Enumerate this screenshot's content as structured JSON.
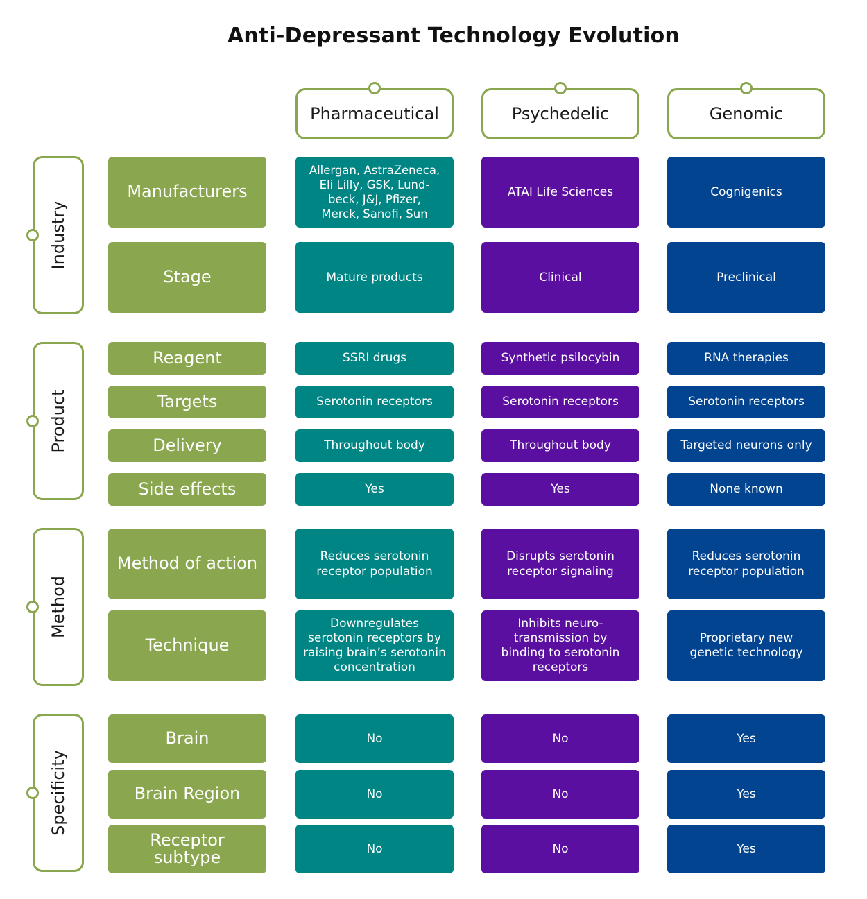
{
  "title": "Anti-Depressant Technology Evolution",
  "colors": {
    "accent_green": "#8aa64f",
    "pharmaceutical": "#008585",
    "psychedelic": "#5b0fa0",
    "genomic": "#034490"
  },
  "columns": [
    {
      "key": "pharmaceutical",
      "label": "Pharmaceutical"
    },
    {
      "key": "psychedelic",
      "label": "Psychedelic"
    },
    {
      "key": "genomic",
      "label": "Genomic"
    }
  ],
  "groups": [
    {
      "label": "Industry",
      "rows": [
        {
          "label": "Manufacturers",
          "values": [
            "Allergan, AstraZeneca,\nEli Lilly, GSK, Lund-\nbeck, J&J, Pfizer,\nMerck, Sanofi, Sun",
            "ATAI Life Sciences",
            "Cognigenics"
          ]
        },
        {
          "label": "Stage",
          "values": [
            "Mature products",
            "Clinical",
            "Preclinical"
          ]
        }
      ]
    },
    {
      "label": "Product",
      "rows": [
        {
          "label": "Reagent",
          "values": [
            "SSRI drugs",
            "Synthetic psilocybin",
            "RNA therapies"
          ]
        },
        {
          "label": "Targets",
          "values": [
            "Serotonin receptors",
            "Serotonin receptors",
            "Serotonin receptors"
          ]
        },
        {
          "label": "Delivery",
          "values": [
            "Throughout body",
            "Throughout body",
            "Targeted neurons only"
          ]
        },
        {
          "label": "Side effects",
          "values": [
            "Yes",
            "Yes",
            "None known"
          ]
        }
      ]
    },
    {
      "label": "Method",
      "rows": [
        {
          "label": "Method of action",
          "values": [
            "Reduces serotonin\nreceptor population",
            "Disrupts serotonin\nreceptor signaling",
            "Reduces serotonin\nreceptor population"
          ]
        },
        {
          "label": "Technique",
          "values": [
            "Downregulates\nserotonin receptors by\nraising brain’s serotonin\nconcentration",
            "Inhibits neuro-\ntransmission by\nbinding to serotonin\nreceptors",
            "Proprietary new\ngenetic technology"
          ]
        }
      ]
    },
    {
      "label": "Specificity",
      "rows": [
        {
          "label": "Brain",
          "values": [
            "No",
            "No",
            "Yes"
          ]
        },
        {
          "label": "Brain Region",
          "values": [
            "No",
            "No",
            "Yes"
          ]
        },
        {
          "label": "Receptor\nsubtype",
          "values": [
            "No",
            "No",
            "Yes"
          ]
        }
      ]
    }
  ]
}
